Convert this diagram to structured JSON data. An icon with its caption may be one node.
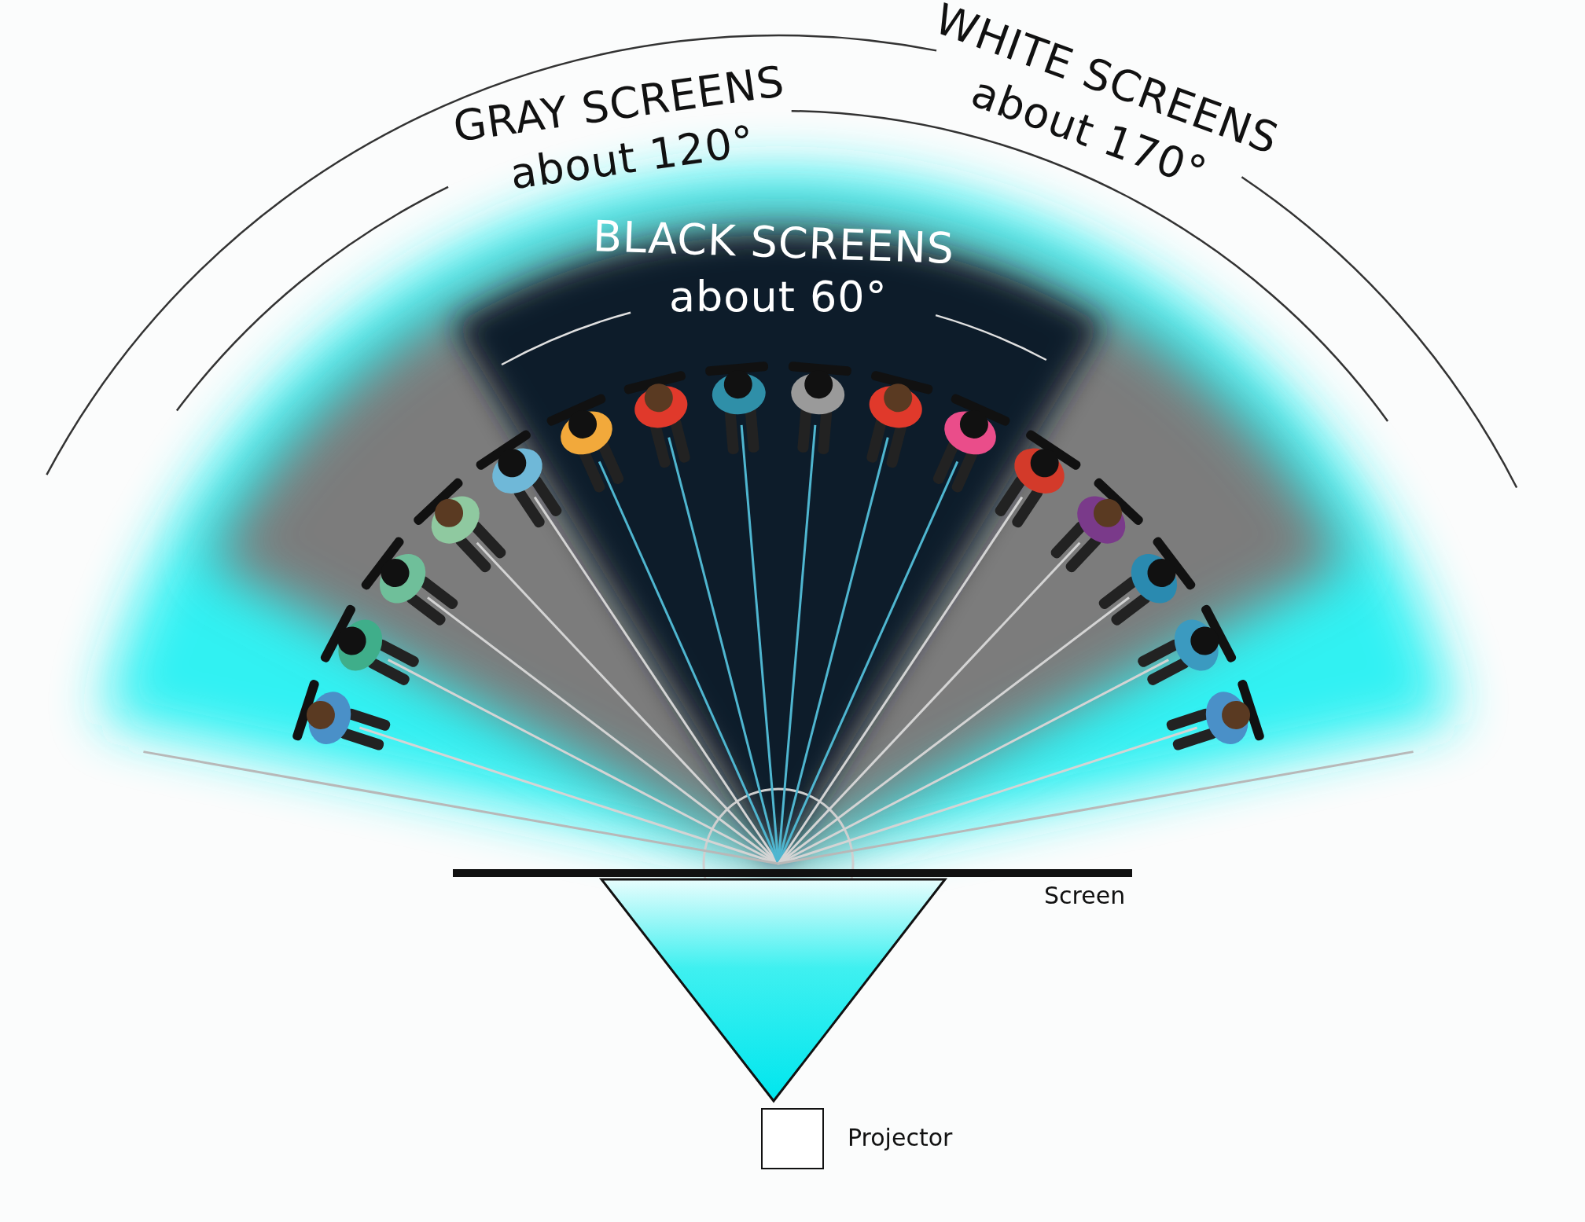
{
  "diagram": {
    "nodes": [
      {
        "text": [],
        "shape": "bar",
        "beside": [
          "Screen"
        ]
      },
      {
        "text": [],
        "shape": "box",
        "beside": [
          "Projector"
        ]
      }
    ],
    "labels": [
      "GRAY SCREENS",
      "about 120°",
      "WHITE SCREENS",
      "about 170°",
      "BLACK SCREENS",
      "about 60°"
    ]
  }
}
